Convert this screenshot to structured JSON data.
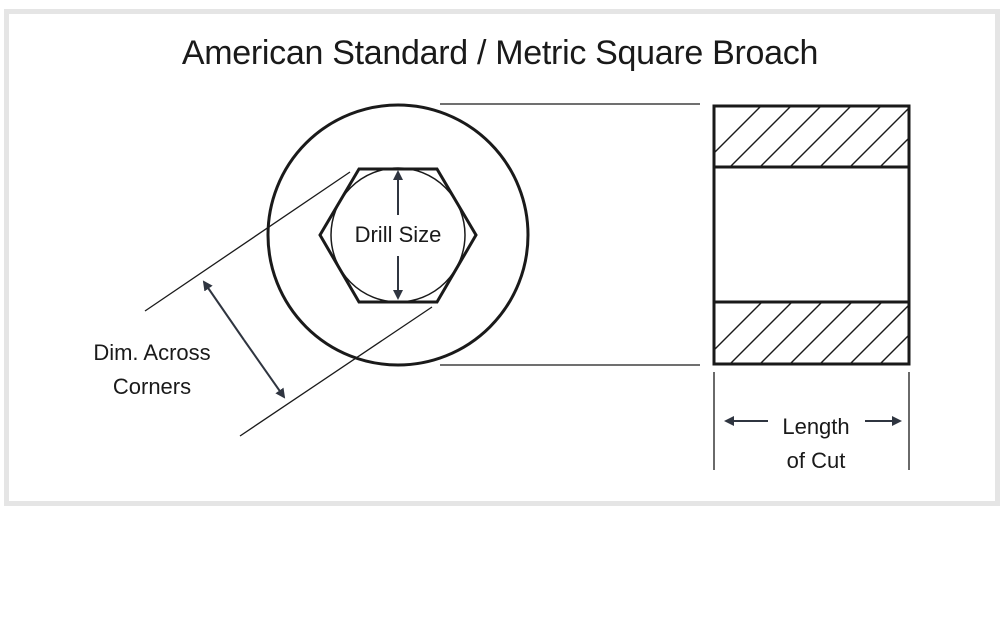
{
  "title": "American Standard / Metric Square Broach",
  "labels": {
    "drill_size": "Drill Size",
    "dim_across_corners_line1": "Dim. Across",
    "dim_across_corners_line2": "Corners",
    "length_of_cut_line1": "Length",
    "length_of_cut_line2": "of Cut"
  },
  "colors": {
    "stroke": "#1a1a1a",
    "frame": "#e5e5e5",
    "arrow": "#2f3540"
  }
}
